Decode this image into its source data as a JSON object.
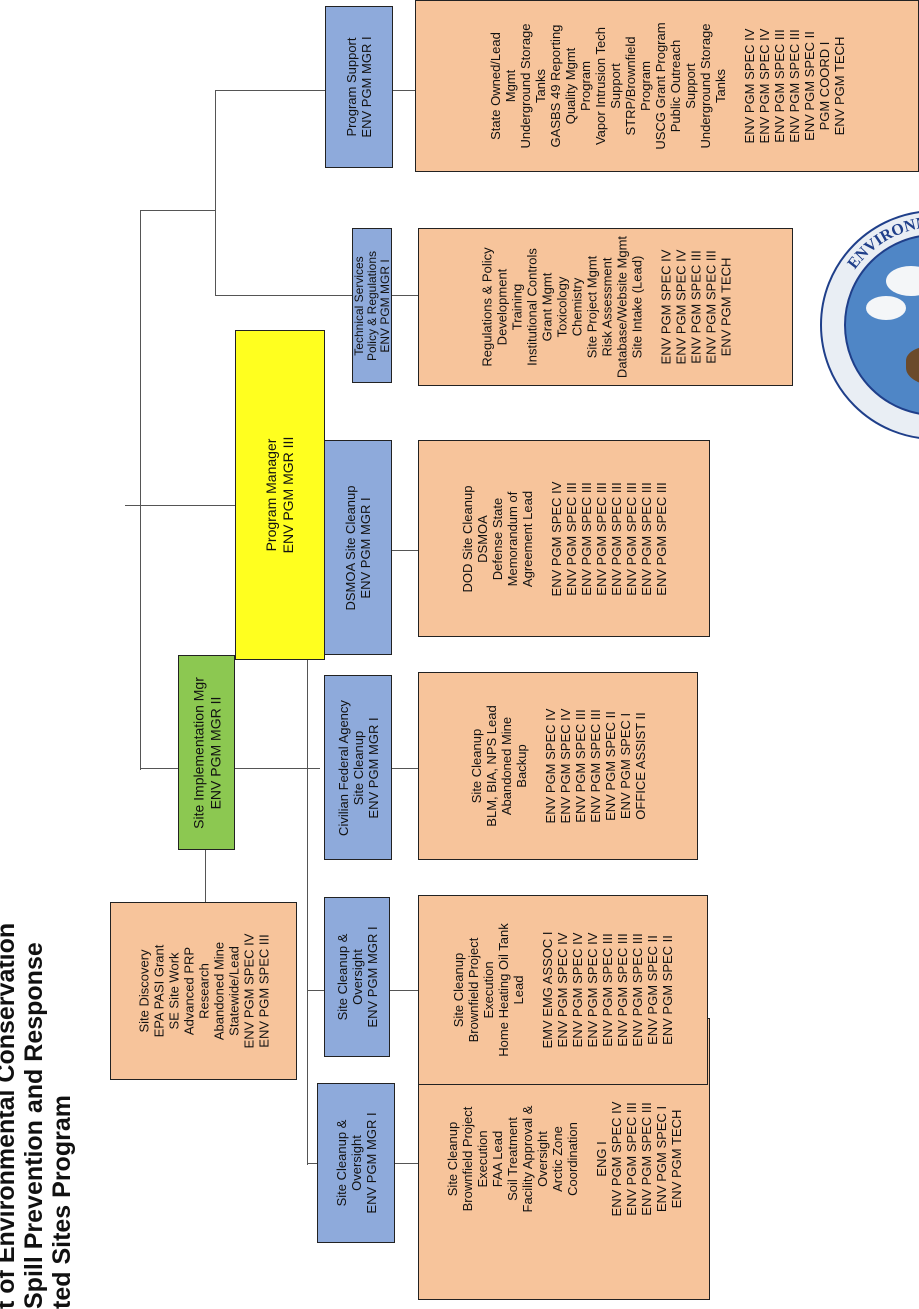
{
  "title_lines": [
    "t of Environmental Conservation",
    "Spill Prevention and Response",
    "ted Sites Program"
  ],
  "program_manager": [
    "Program Manager",
    "ENV PGM MGR III"
  ],
  "site_impl_mgr": [
    "Site Implementation Mgr",
    "ENV PGM MGR II"
  ],
  "site_discovery": [
    "Site Discovery",
    "EPA PASI Grant",
    "SE Site Work",
    "Advanced PRP",
    "Research",
    "Abandoned Mine",
    "Statewide/Lead",
    "ENV PGM SPEC IV",
    "ENV PGM SPEC III"
  ],
  "units": [
    {
      "header": [
        "Site Cleanup &",
        "Oversight",
        "ENV PGM MGR I"
      ],
      "duties": [
        "Site Cleanup",
        "Brownfield Project",
        "Execution",
        "FAA Lead",
        "Soil Treatment",
        "Facility Approval &",
        "Oversight",
        "Arctic Zone",
        "Coordination"
      ],
      "staff": [
        "ENG I",
        "ENV PGM SPEC IV",
        "ENV PGM SPEC III",
        "ENV PGM SPEC III",
        "ENV PGM SPEC I",
        "ENV PGM TECH"
      ]
    },
    {
      "header": [
        "Site Cleanup &",
        "Oversight",
        "ENV PGM MGR I"
      ],
      "duties": [
        "Site Cleanup",
        "Brownfield Project",
        "Execution",
        "Home Heating Oil Tank",
        "Lead"
      ],
      "staff": [
        "EMV EMG ASSOC I",
        "ENV PGM SPEC IV",
        "ENV PGM SPEC IV",
        "ENV PGM SPEC IV",
        "ENV PGM SPEC III",
        "ENV PGM SPEC III",
        "ENV PGM SPEC III",
        "ENV PGM SPEC II",
        "ENV PGM SPEC II"
      ]
    },
    {
      "header": [
        "Civilian Federal Agency",
        "Site Cleanup",
        "ENV PGM MGR I"
      ],
      "duties": [
        "Site Cleanup",
        "BLM, BIA, NPS Lead",
        "Abandoned Mine",
        "Backup"
      ],
      "staff": [
        "ENV PGM SPEC IV",
        "ENV PGM SPEC IV",
        "ENV PGM SPEC III",
        "ENV PGM SPEC III",
        "ENV PGM SPEC II",
        "ENV PGM SPEC I",
        "OFFICE ASSIST II"
      ]
    },
    {
      "header": [
        "DSMOA Site Cleanup",
        "ENV PGM MGR I"
      ],
      "duties": [
        "DOD Site Cleanup",
        "DSMOA",
        "Defense State",
        "Memorandum of",
        "Agreement Lead"
      ],
      "staff": [
        "ENV PGM SPEC IV",
        "ENV PGM SPEC III",
        "ENV PGM SPEC III",
        "ENV PGM SPEC III",
        "ENV PGM SPEC III",
        "ENV PGM SPEC III",
        "ENV PGM SPEC III",
        "ENV PGM SPEC III"
      ]
    },
    {
      "header": [
        "Technical Services",
        "Policy & Regulations",
        "ENV PGM MGR I"
      ],
      "duties": [
        "Regulations & Policy",
        "Development",
        "Training",
        "Institutional Controls",
        "Grant Mgmt",
        "Toxicology",
        "Chemistry",
        "Site Project Mgmt",
        "Risk Assessment",
        "Database/Website Mgmt",
        "Site Intake (Lead)"
      ],
      "staff": [
        "ENV PGM SPEC IV",
        "ENV PGM SPEC IV",
        "ENV PGM SPEC III",
        "ENV PGM SPEC III",
        "ENV PGM TECH"
      ]
    },
    {
      "header": [
        "Program Support",
        "ENV PGM MGR I"
      ],
      "duties": [
        "State Owned/Lead",
        "Mgmt",
        "Underground Storage",
        "Tanks",
        "GASBS 49 Reporting",
        "Quality Mgmt",
        "Program",
        "Vapor Intrusion Tech",
        "Support",
        "STRP/Brownfield",
        "Program",
        "USCG Grant Program",
        "Public Outreach",
        "Support",
        "Underground Storage",
        "Tanks"
      ],
      "staff": [
        "ENV PGM SPEC IV",
        "ENV PGM SPEC IV",
        "ENV PGM SPEC III",
        "ENV PGM SPEC III",
        "ENV PGM SPEC II",
        "PGM COORD I",
        "ENV PGM TECH"
      ]
    }
  ],
  "seal_text": "ENVIRONMENTAL CONS"
}
